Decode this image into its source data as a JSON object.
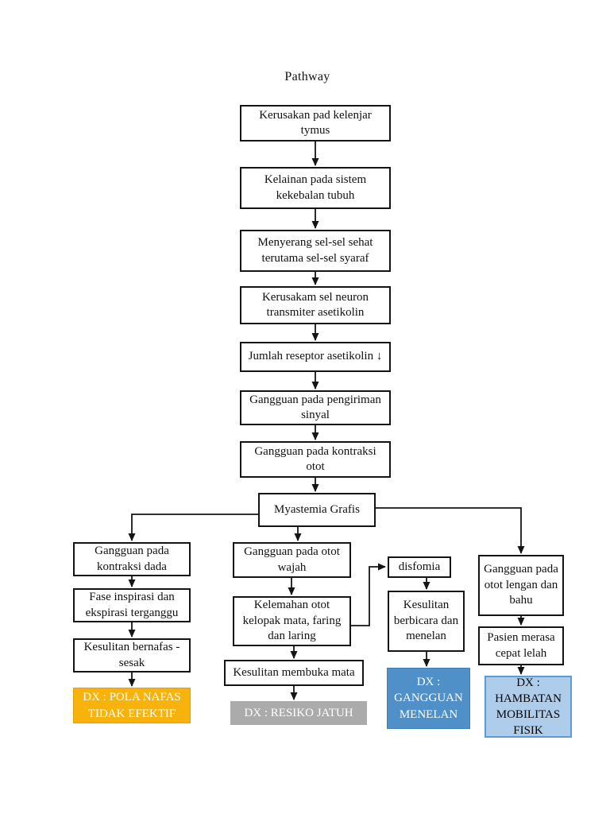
{
  "page": {
    "title": "Pathway"
  },
  "diagram": {
    "chain": [
      {
        "label": "Kerusakan pad kelenjar tymus"
      },
      {
        "label": "Kelainan pada sistem kekebalan tubuh"
      },
      {
        "label": "Menyerang sel-sel sehat terutama sel-sel syaraf"
      },
      {
        "label": "Kerusakam sel neuron transmiter asetikolin"
      },
      {
        "label": "Jumlah reseptor asetikolin ↓"
      },
      {
        "label": "Gangguan pada pengiriman sinyal"
      },
      {
        "label": "Gangguan pada kontraksi otot"
      },
      {
        "label": "Myastemia Grafis"
      }
    ],
    "branch_respiratory": {
      "steps": [
        {
          "label": "Gangguan pada kontraksi dada"
        },
        {
          "label": "Fase inspirasi dan ekspirasi terganggu"
        },
        {
          "label": "Kesulitan bernafas - sesak"
        }
      ],
      "dx": {
        "label": "DX : POLA NAFAS TIDAK EFEKTIF",
        "bg": "#F7B30C",
        "text_color": "#FFFFFF"
      }
    },
    "branch_facial": {
      "steps": [
        {
          "label": "Gangguan pada otot wajah"
        },
        {
          "label": "Kelemahan otot kelopak mata, faring dan laring"
        },
        {
          "label": "Kesulitan membuka mata"
        }
      ],
      "dx": {
        "label": "DX : RESIKO JATUH",
        "bg": "#ABABAB",
        "text_color": "#FFFFFF"
      }
    },
    "branch_swallow": {
      "steps": [
        {
          "label": "disfomia"
        },
        {
          "label": "Kesulitan berbicara dan menelan"
        }
      ],
      "dx": {
        "label": "DX : GANGGUAN MENELAN",
        "bg": "#4E90C7",
        "text_color": "#FFFFFF"
      }
    },
    "branch_mobility": {
      "steps": [
        {
          "label": "Gangguan pada otot lengan dan bahu"
        },
        {
          "label": "Pasien merasa cepat lelah"
        }
      ],
      "dx": {
        "label": "DX : HAMBATAN MOBILITAS FISIK",
        "bg": "#AECDEB",
        "border": "#5B9BD5",
        "text_color": "#000000"
      }
    }
  }
}
